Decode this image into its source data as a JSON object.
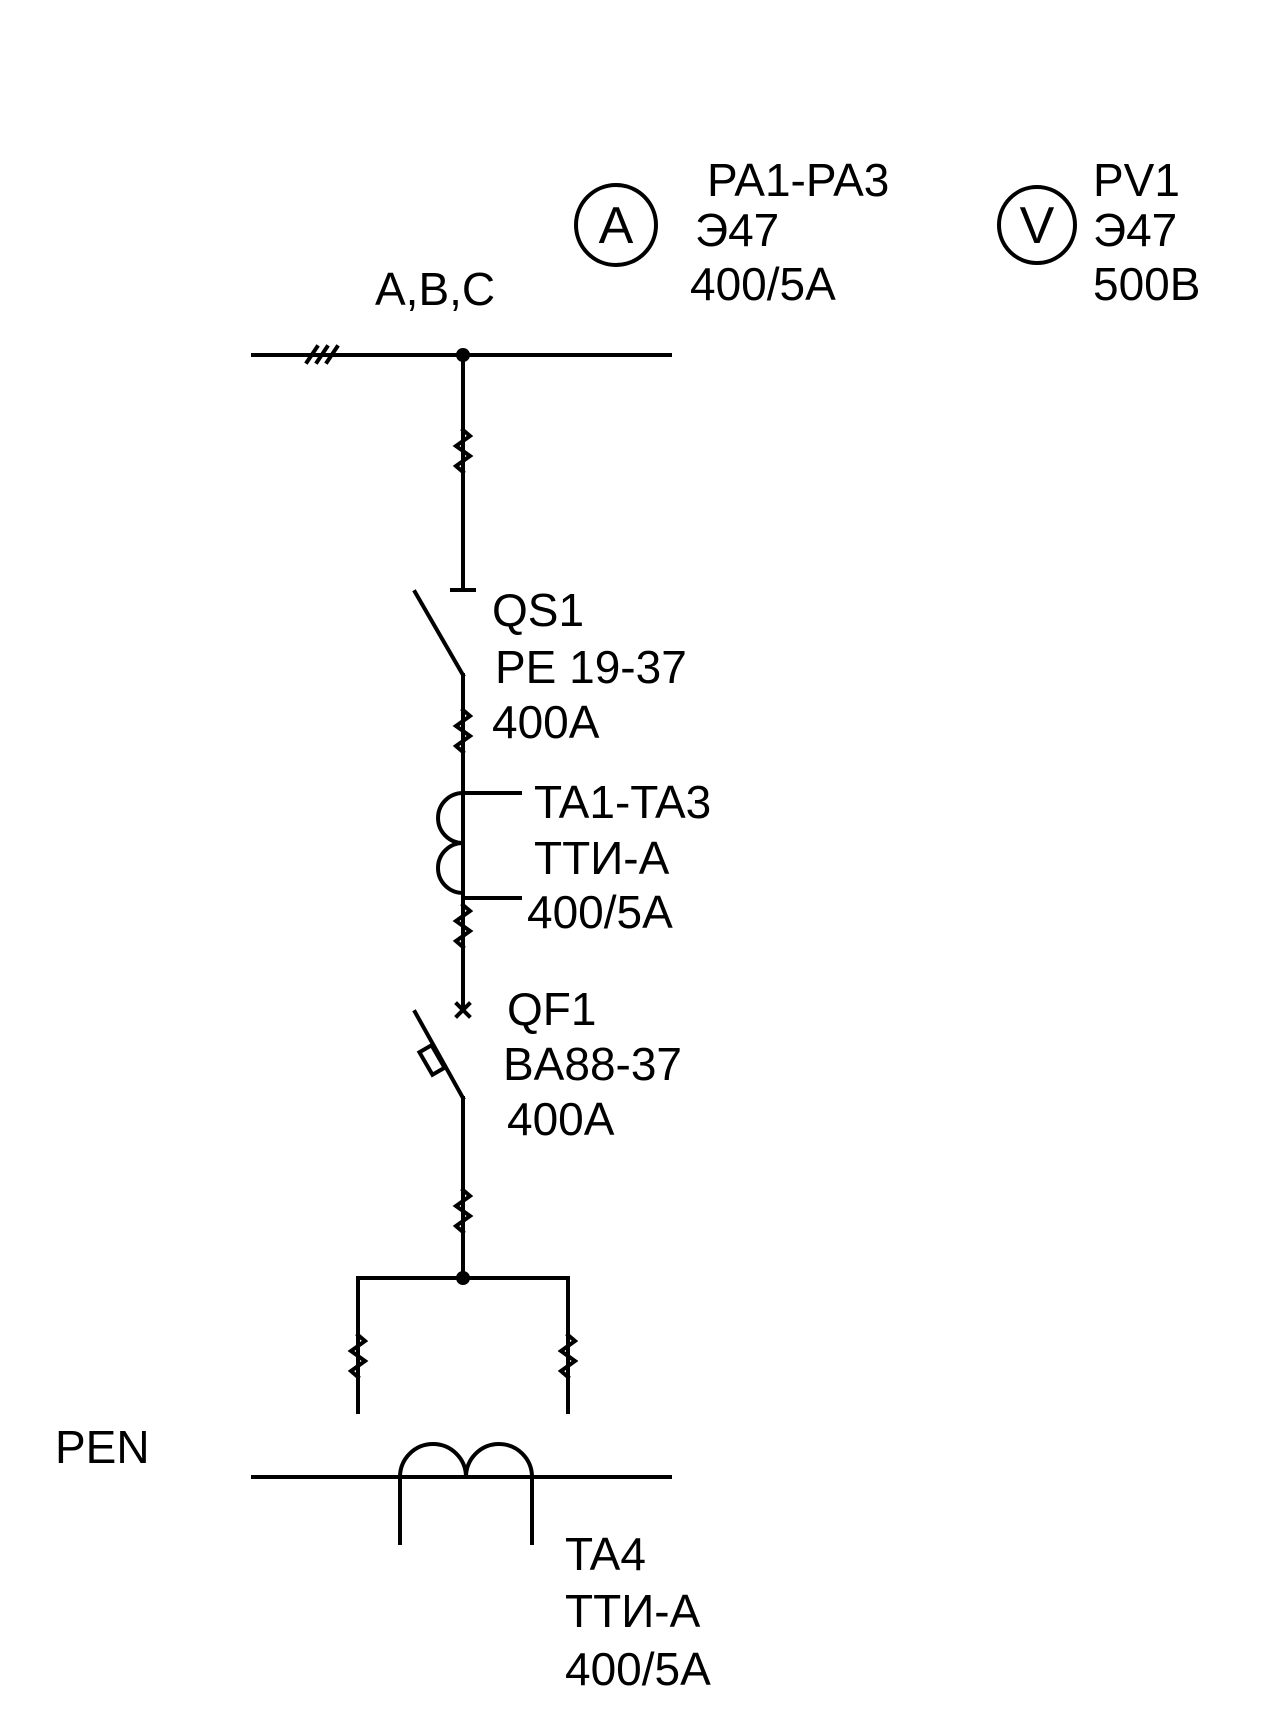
{
  "bus": {
    "label": "A,B,C"
  },
  "ammeter": {
    "symbol": "A",
    "lines": [
      "PA1-PA3",
      "Э47",
      "400/5A"
    ]
  },
  "voltmeter": {
    "symbol": "V",
    "lines": [
      "PV1",
      "Э47",
      "500B"
    ]
  },
  "switch_qs1": {
    "lines": [
      "QS1",
      "PE 19-37",
      "400A"
    ]
  },
  "current_transformer_ta1": {
    "lines": [
      "TA1-TA3",
      "ТТИ-А",
      "400/5А"
    ]
  },
  "breaker_qf1": {
    "lines": [
      "QF1",
      "BA88-37",
      "400A"
    ]
  },
  "pen": {
    "label": "PEN"
  },
  "current_transformer_ta4": {
    "lines": [
      "TA4",
      "ТТИ-А",
      "400/5А"
    ]
  }
}
